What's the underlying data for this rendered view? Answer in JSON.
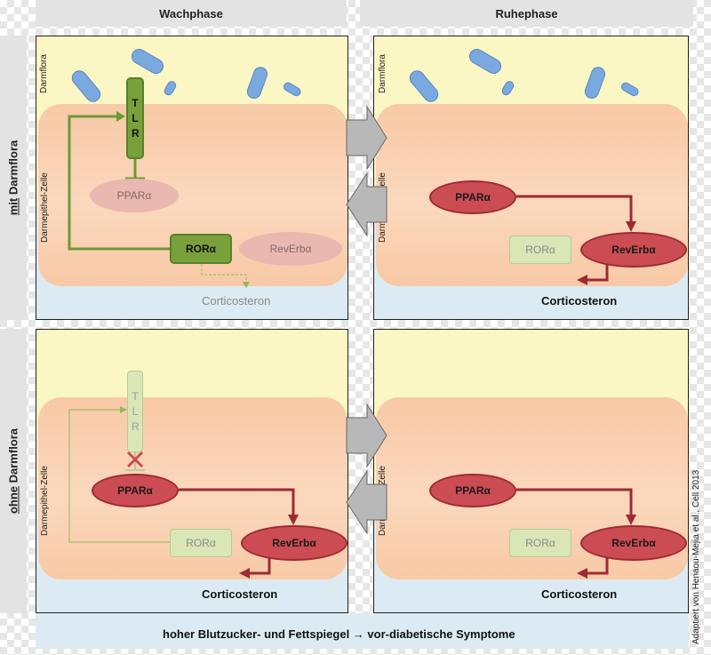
{
  "headers": {
    "left": "Wachphase",
    "right": "Ruhephase"
  },
  "rows": {
    "top_prefix": "mit",
    "top_suffix": " Darmflora",
    "bottom_prefix": "ohne",
    "bottom_suffix": " Darmflora"
  },
  "labels": {
    "darmflora": "Darmflora",
    "darmepithel": "Darmepithel-Zelle"
  },
  "nodes": {
    "tlr": "T L R",
    "ppar": "PPARα",
    "ror": "RORα",
    "reverb": "RevErbα",
    "corticosteron": "Corticosteron"
  },
  "footer": {
    "text": "hoher Blutzucker- und Fettspiegel → vor-diabetische Symptome"
  },
  "credit": {
    "text": "Adaptiert von Henaou-Mejia et al., Cell 2013"
  },
  "colors": {
    "bacteria": "#7aa9e0",
    "ppar_strong": "#cc4c54",
    "tlr_green": "#78a03b",
    "arrow_red": "#9e2a33",
    "arrow_green": "#6b9a35"
  }
}
